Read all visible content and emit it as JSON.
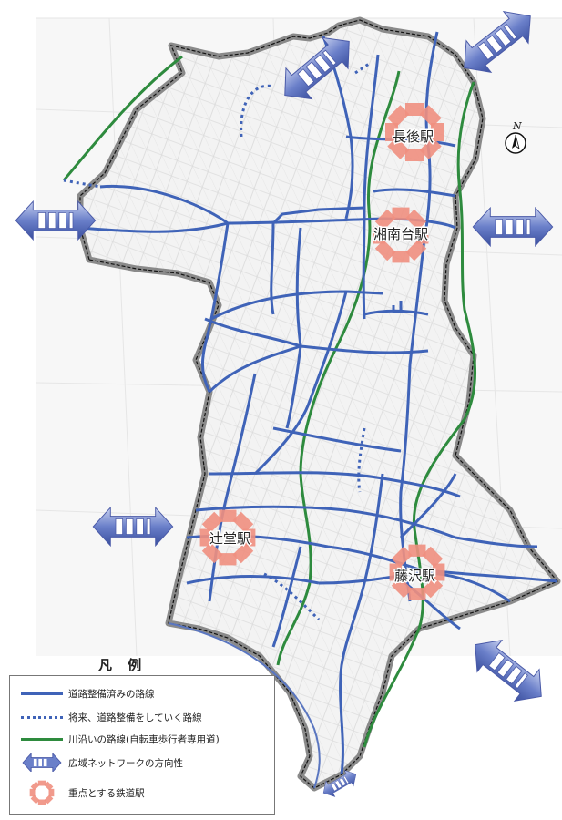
{
  "colors": {
    "road_done": "#3f63b8",
    "road_planned": "#3f63b8",
    "river_path": "#2e8b3e",
    "station_marker": "#f08f80",
    "arrow_fill": "#6a7fc9",
    "boundary": "#8a8a8a",
    "map_bg": "#f2f2f2"
  },
  "stations": [
    {
      "label": "長後駅"
    },
    {
      "label": "湘南台駅"
    },
    {
      "label": "辻堂駅"
    },
    {
      "label": "藤沢駅"
    }
  ],
  "north_label": "N",
  "legend": {
    "title": "凡 例",
    "items": [
      {
        "label": "道路整備済みの路線",
        "icon": "solid-blue-line"
      },
      {
        "label": "将来、道路整備をしていく路線",
        "icon": "dotted-blue-line"
      },
      {
        "label": "川沿いの路線(自転車歩行者専用道)",
        "icon": "green-line"
      },
      {
        "label": "広域ネットワークの方向性",
        "icon": "double-arrow-icon"
      },
      {
        "label": "重点とする鉄道駅",
        "icon": "station-ring-icon"
      }
    ]
  }
}
